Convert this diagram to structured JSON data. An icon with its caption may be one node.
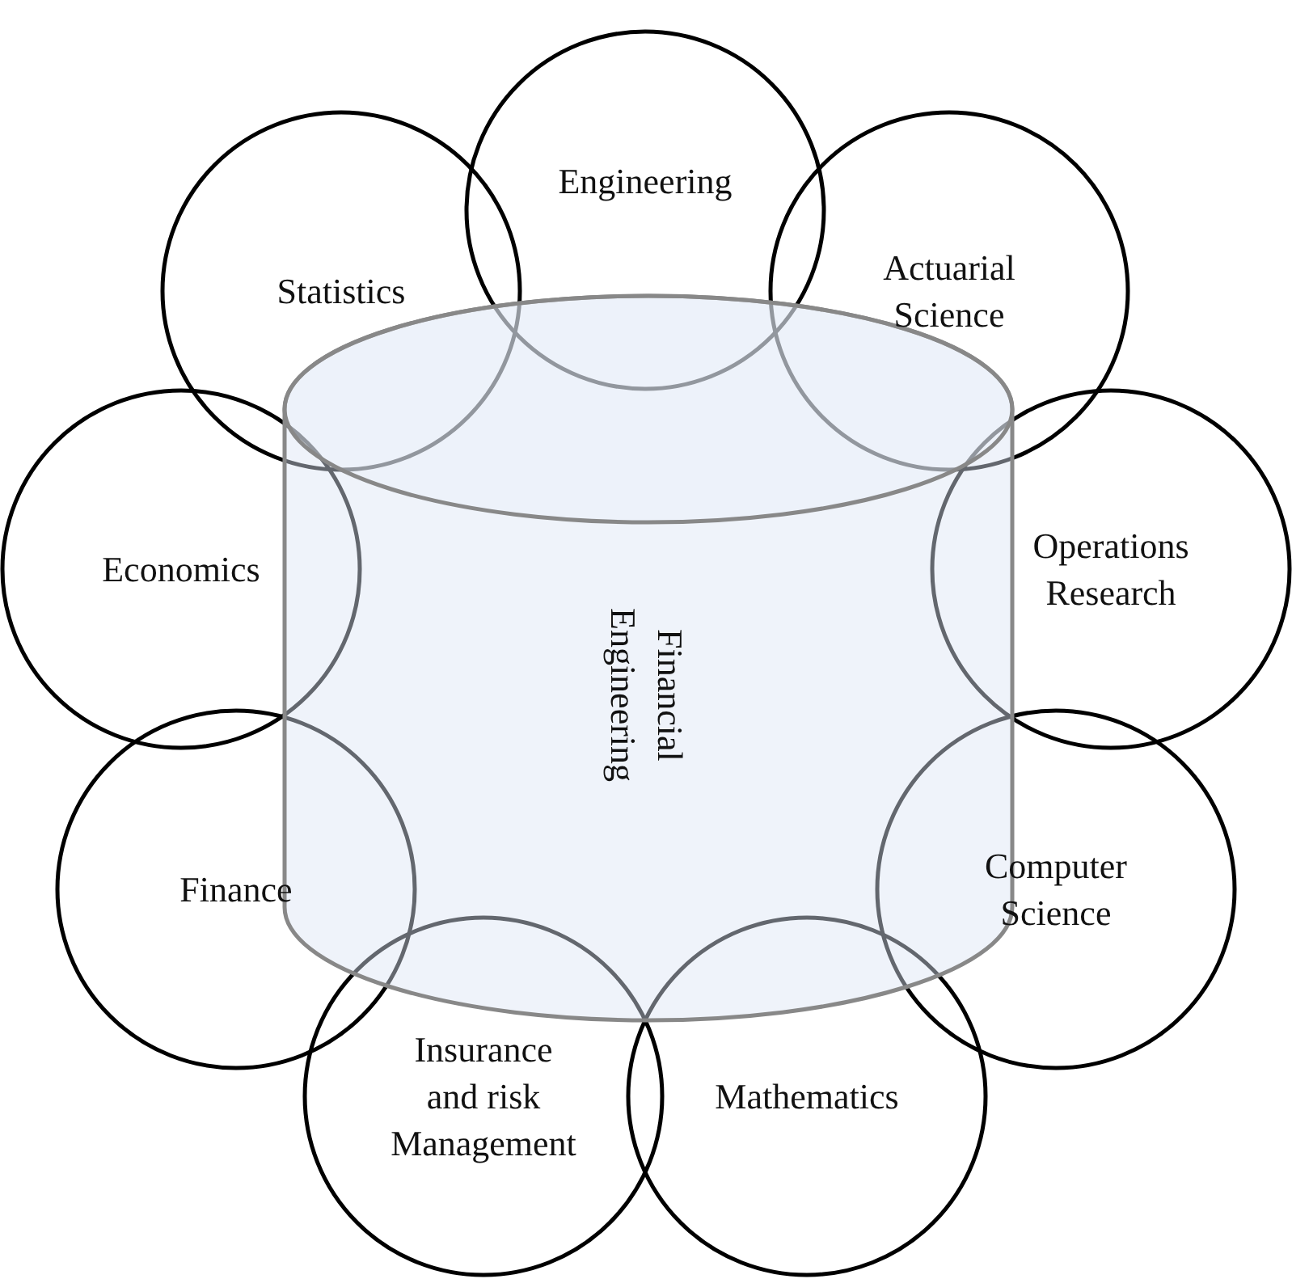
{
  "diagram": {
    "nodes": [
      {
        "text": [
          "Engineering"
        ]
      },
      {
        "text": [
          "Statistics"
        ]
      },
      {
        "text": [
          "Actuarial Science"
        ]
      },
      {
        "text": [
          "Financial Engineering"
        ]
      },
      {
        "text": [
          "Economics"
        ]
      },
      {
        "text": [
          "Operations Research"
        ]
      },
      {
        "text": [
          "Finance"
        ]
      },
      {
        "text": [
          "Computer Science"
        ]
      },
      {
        "text": [
          "Insurance and risk Management"
        ]
      },
      {
        "text": [
          "Mathematics"
        ]
      }
    ]
  }
}
